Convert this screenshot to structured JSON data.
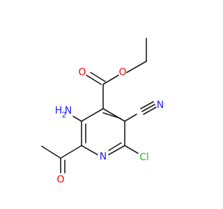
{
  "labels": {
    "ester_o_carbonyl": "O",
    "ester_o_ether": "O",
    "amino_n": "N",
    "amino_h": "H",
    "amino_h_count": "2",
    "nitrile_n": "N",
    "ring_n": "N",
    "chloro": "Cl",
    "aldehyde_o": "O"
  },
  "colors": {
    "oxygen": "#ff0000",
    "nitrogen": "#1f1fff",
    "chlorine": "#22c022",
    "bond": "#1a1a1a"
  }
}
